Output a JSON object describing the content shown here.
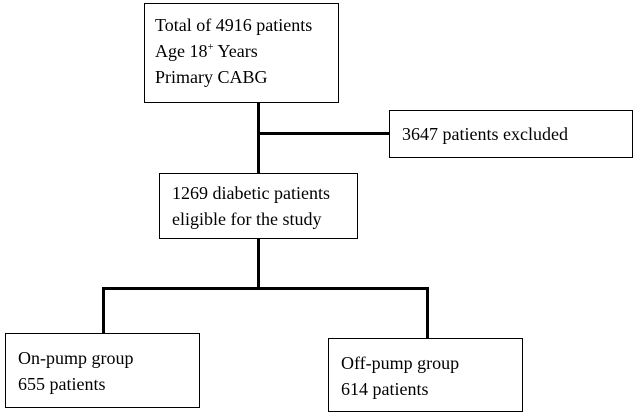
{
  "flowchart": {
    "total_box": {
      "line1": "Total of 4916 patients",
      "line2_prefix": "Age 18",
      "line2_sup": "+",
      "line2_suffix": " Years",
      "line3": "Primary CABG"
    },
    "excluded_box": {
      "line1": "3647 patients excluded"
    },
    "eligible_box": {
      "line1": "1269 diabetic patients",
      "line2": "eligible for the study"
    },
    "on_pump_box": {
      "line1": "On-pump group",
      "line2": "655 patients"
    },
    "off_pump_box": {
      "line1": "Off-pump group",
      "line2": "614 patients"
    }
  }
}
